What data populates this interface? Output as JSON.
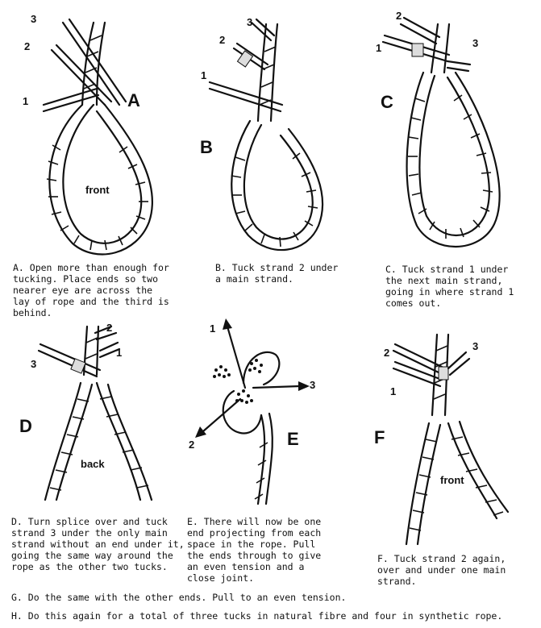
{
  "panels": {
    "a": {
      "letter": "A",
      "word": "front",
      "n1": "1",
      "n2": "2",
      "n3": "3",
      "caption": "A.  Open more than enough for\ntucking.  Place ends so two\nnearer eye are across the\nlay of rope and the third is\nbehind."
    },
    "b": {
      "letter": "B",
      "n1": "1",
      "n2": "2",
      "n3": "3",
      "caption": "B.   Tuck strand 2 under\na main strand."
    },
    "c": {
      "letter": "C",
      "n1": "1",
      "n2": "2",
      "n3": "3",
      "caption": "C.   Tuck strand 1 under\nthe next main strand,\ngoing in where strand 1\ncomes out."
    },
    "d": {
      "letter": "D",
      "word": "back",
      "n1": "1",
      "n2": "2",
      "n3": "3",
      "caption": "D.  Turn splice over and tuck\nstrand 3 under the only main\nstrand without an end under it,\ngoing the same way around the\nrope as the other two tucks."
    },
    "e": {
      "letter": "E",
      "n1": "1",
      "n2": "2",
      "n3": "3",
      "caption": "E.   There will now be one\nend projecting from each\nspace in the rope.  Pull\nthe ends through to give\nan even tension and a\nclose joint."
    },
    "f": {
      "letter": "F",
      "word": "front",
      "n1": "1",
      "n2": "2",
      "n3": "3",
      "caption": "F.   Tuck strand 2 again,\nover and under one main\nstrand."
    }
  },
  "footer": {
    "g": "G.   Do the same with the other ends.  Pull to an even tension.",
    "h": "H.   Do this again for a total of three tucks in natural fibre and four in synthetic rope."
  }
}
